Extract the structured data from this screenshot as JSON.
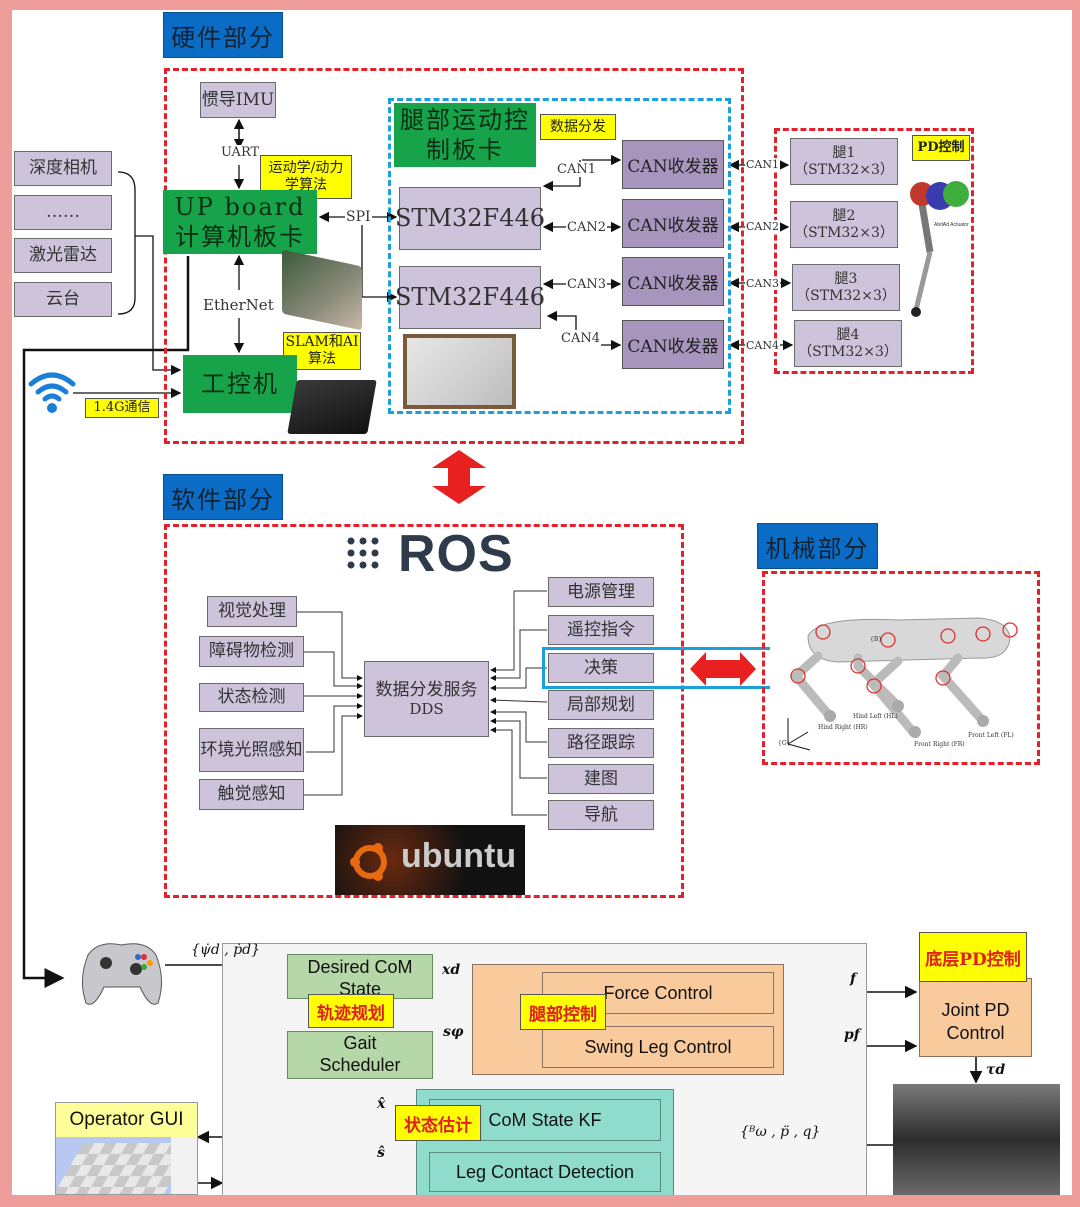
{
  "hardware": {
    "section_title": "硬件部分",
    "imu": "惯导IMU",
    "uart": "UART",
    "kinematics_label": "运动学/动力学算法",
    "upboard": "UP board计算机板卡",
    "spi": "SPI",
    "ethernet": "EtherNet",
    "slam_label": "SLAM和AI算法",
    "ipc": "工控机",
    "comm_label": "1.4G通信",
    "sensors": [
      "深度相机",
      "……",
      "激光雷达",
      "云台"
    ],
    "leg_board": "腿部运动控制板卡",
    "data_dist": "数据分发",
    "mcus": [
      "STM32F446",
      "STM32F446"
    ],
    "can_transceivers": [
      "CAN收发器",
      "CAN收发器",
      "CAN收发器",
      "CAN收发器"
    ],
    "can_labels": [
      "CAN1",
      "CAN2",
      "CAN3",
      "CAN4"
    ],
    "pd_label": "PD控制",
    "legs": [
      {
        "name": "腿1",
        "spec": "（STM32×3）"
      },
      {
        "name": "腿2",
        "spec": "（STM32×3）"
      },
      {
        "name": "腿3",
        "spec": "（STM32×3）"
      },
      {
        "name": "腿4",
        "spec": "（STM32×3）"
      }
    ],
    "actuator_caption": "AbdAd Actuator"
  },
  "software": {
    "section_title": "软件部分",
    "ros_logo": "ROS",
    "left_modules": [
      "视觉处理",
      "障碍物检测",
      "状态检测",
      "环境光照感知",
      "触觉感知"
    ],
    "dds_line1": "数据分发服务",
    "dds_line2": "DDS",
    "right_modules": [
      "电源管理",
      "遥控指令",
      "决策",
      "局部规划",
      "路径跟踪",
      "建图",
      "导航"
    ],
    "ubuntu_logo": "ubuntu"
  },
  "mechanical": {
    "section_title": "机械部分",
    "labels": [
      "Hind Right (HR)",
      "Hind Left (HL)",
      "Front Right (FR)",
      "Front Left (FL)"
    ],
    "frames": [
      "{B}",
      "{G}"
    ]
  },
  "control": {
    "cmd_input": "{ψ̇d , ṗd}",
    "desired_com": "Desired CoM State",
    "traj_label": "轨迹规划",
    "gait": "Gait Scheduler",
    "xd": "xd",
    "sphi": "sφ",
    "leg_ctrl_label": "腿部控制",
    "force_control": "Force Control",
    "swing_control": "Swing Leg Control",
    "f": "f",
    "pf": "pf",
    "pd_label": "底层PD控制",
    "joint_pd": "Joint PD Control",
    "tau": "τd",
    "feedback": "{ᴮω , p̈ , q}",
    "state_est_label": "状态估计",
    "com_kf": "CoM State KF",
    "leg_contact": "Leg Contact Detection",
    "xhat": "x̂",
    "shat": "ŝ",
    "operator_gui": "Operator GUI"
  }
}
